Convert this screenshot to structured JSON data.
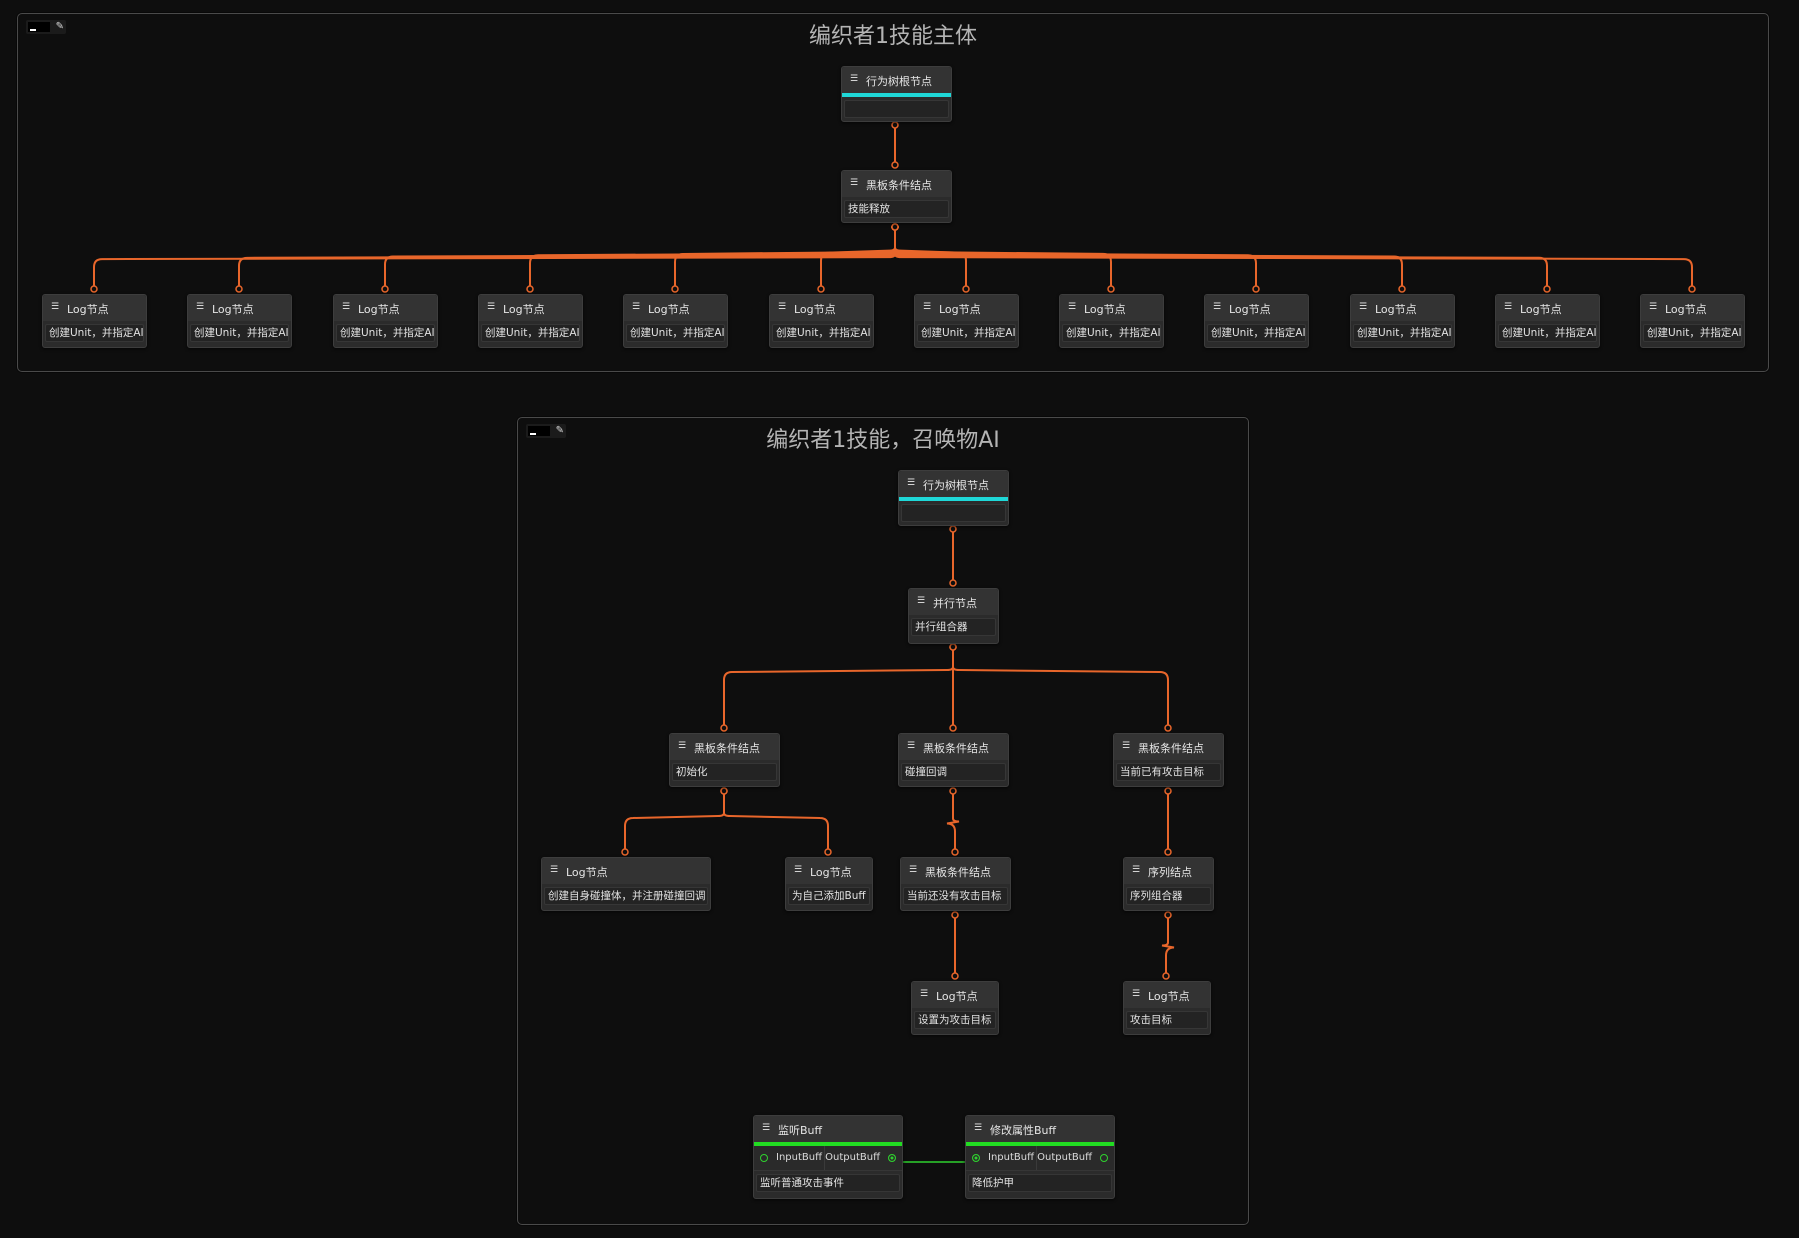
{
  "colors": {
    "background": "#0e0e0e",
    "wire": "#e8662b",
    "root_bar": "#1fd8d8",
    "buff_bar": "#22dd22",
    "buff_link": "#2fd12f"
  },
  "icons": {
    "node": "node-type-icon"
  },
  "groups": [
    {
      "title": "编织者1技能主体"
    },
    {
      "title": "编织者1技能，召唤物AI"
    }
  ],
  "group1": {
    "root": {
      "label": "行为树根节点",
      "field": ""
    },
    "blackboard": {
      "label": "黑板条件结点",
      "field": "技能释放"
    },
    "logs": [
      {
        "label": "Log节点",
        "field": "创建Unit，并指定AI"
      },
      {
        "label": "Log节点",
        "field": "创建Unit，并指定AI"
      },
      {
        "label": "Log节点",
        "field": "创建Unit，并指定AI"
      },
      {
        "label": "Log节点",
        "field": "创建Unit，并指定AI"
      },
      {
        "label": "Log节点",
        "field": "创建Unit，并指定AI"
      },
      {
        "label": "Log节点",
        "field": "创建Unit，并指定AI"
      },
      {
        "label": "Log节点",
        "field": "创建Unit，并指定AI"
      },
      {
        "label": "Log节点",
        "field": "创建Unit，并指定AI"
      },
      {
        "label": "Log节点",
        "field": "创建Unit，并指定AI"
      },
      {
        "label": "Log节点",
        "field": "创建Unit，并指定AI"
      },
      {
        "label": "Log节点",
        "field": "创建Unit，并指定AI"
      },
      {
        "label": "Log节点",
        "field": "创建Unit，并指定AI"
      }
    ]
  },
  "group2": {
    "root": {
      "label": "行为树根节点",
      "field": ""
    },
    "parallel": {
      "label": "并行节点",
      "field": "并行组合器"
    },
    "bb_init": {
      "label": "黑板条件结点",
      "field": "初始化"
    },
    "bb_collide": {
      "label": "黑板条件结点",
      "field": "碰撞回调"
    },
    "bb_has_target": {
      "label": "黑板条件结点",
      "field": "当前已有攻击目标"
    },
    "log_collider": {
      "label": "Log节点",
      "field": "创建自身碰撞体，并注册碰撞回调"
    },
    "log_buff": {
      "label": "Log节点",
      "field": "为自己添加Buff"
    },
    "bb_no_target": {
      "label": "黑板条件结点",
      "field": "当前还没有攻击目标"
    },
    "sequence": {
      "label": "序列结点",
      "field": "序列组合器"
    },
    "log_set_target": {
      "label": "Log节点",
      "field": "设置为攻击目标"
    },
    "log_attack": {
      "label": "Log节点",
      "field": "攻击目标"
    },
    "buff_listen": {
      "label": "监听Buff",
      "input": "InputBuff",
      "output": "OutputBuff",
      "field": "监听普通攻击事件"
    },
    "buff_modify": {
      "label": "修改属性Buff",
      "input": "InputBuff",
      "output": "OutputBuff",
      "field": "降低护甲"
    }
  }
}
